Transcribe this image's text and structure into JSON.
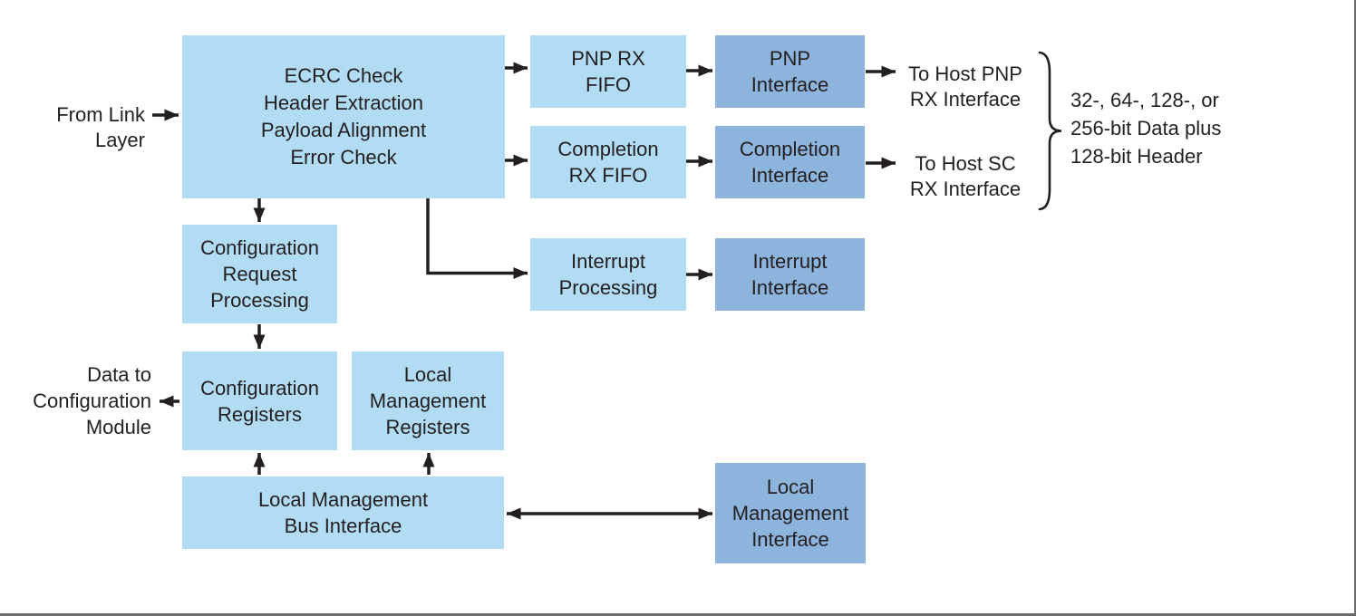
{
  "diagram": {
    "boxes": {
      "ecrc": "ECRC Check\nHeader Extraction\nPayload Alignment\nError Check",
      "pnp_rx_fifo": "PNP RX\nFIFO",
      "pnp_interface": "PNP\nInterface",
      "completion_rx_fifo": "Completion\nRX FIFO",
      "completion_interface": "Completion\nInterface",
      "interrupt_processing": "Interrupt\nProcessing",
      "interrupt_interface": "Interrupt\nInterface",
      "config_request_processing": "Configuration\nRequest\nProcessing",
      "config_registers": "Configuration\nRegisters",
      "local_mgmt_registers": "Local\nManagement\nRegisters",
      "local_mgmt_bus_interface": "Local Management\nBus Interface",
      "local_mgmt_interface": "Local\nManagement\nInterface"
    },
    "labels": {
      "from_link_layer": "From Link\nLayer",
      "data_to_config_module": "Data to\nConfiguration\nModule",
      "to_host_pnp_rx": "To Host PNP\nRX Interface",
      "to_host_sc_rx": "To Host SC\nRX Interface",
      "bus_width_note": "32-, 64-, 128-, or\n256-bit Data plus\n128-bit Header"
    },
    "colors": {
      "box_light": "#B2DCF4",
      "box_dark": "#8DB4DC",
      "connector": "#231F20",
      "frame": "#6A6B6E"
    }
  }
}
